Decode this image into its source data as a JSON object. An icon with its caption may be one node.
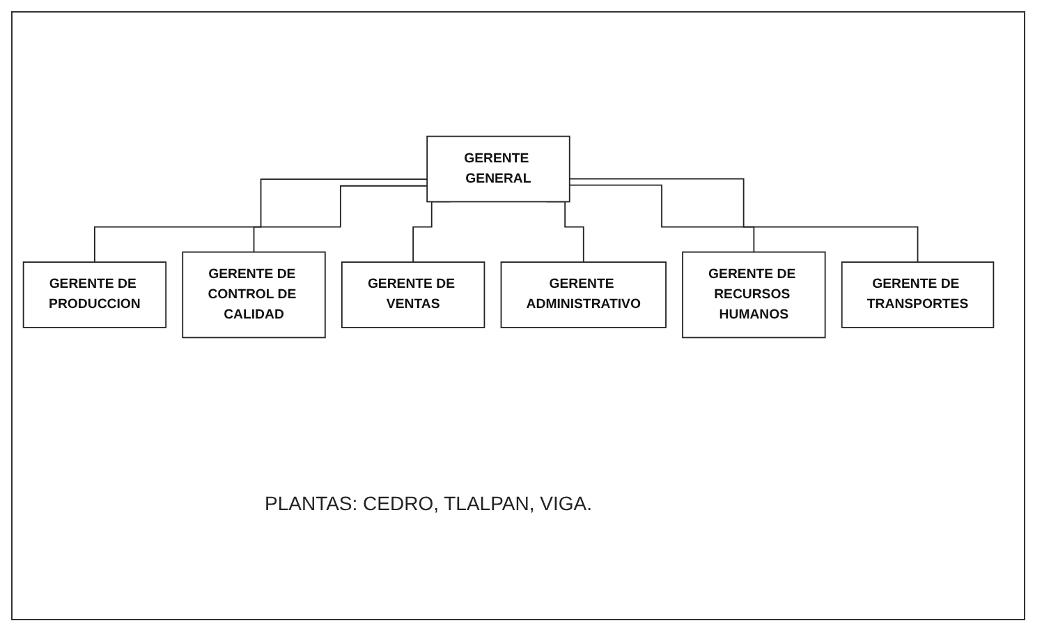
{
  "diagram": {
    "nodes": [
      {
        "text": [
          "GERENTE GENERAL"
        ]
      },
      {
        "text": [
          "GERENTE DE PRODUCCION"
        ]
      },
      {
        "text": [
          "GERENTE DE CONTROL DE CALIDAD"
        ]
      },
      {
        "text": [
          "GERENTE DE VENTAS"
        ]
      },
      {
        "text": [
          "GERENTE ADMINISTRATIVO"
        ]
      },
      {
        "text": [
          "GERENTE DE RECURSOS HUMANOS"
        ]
      },
      {
        "text": [
          "GERENTE DE TRANSPORTES"
        ]
      }
    ],
    "edges": [
      {
        "from": 0,
        "to": 1,
        "arrow": "none"
      },
      {
        "from": 0,
        "to": 2,
        "arrow": "none"
      },
      {
        "from": 0,
        "to": 3,
        "arrow": "none"
      },
      {
        "from": 0,
        "to": 4,
        "arrow": "none"
      },
      {
        "from": 0,
        "to": 5,
        "arrow": "none"
      },
      {
        "from": 0,
        "to": 6,
        "arrow": "none"
      }
    ],
    "labels": [
      "PLANTAS: CEDRO, TLALPAN, VIGA."
    ]
  }
}
